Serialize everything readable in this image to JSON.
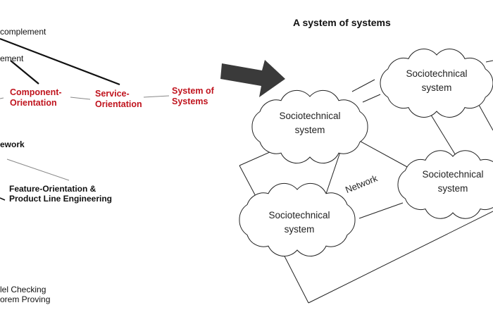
{
  "left": {
    "complement_top": "complement",
    "complement_mid": "ement",
    "component_orientation": [
      "Component-",
      "Orientation"
    ],
    "service_orientation": [
      "Service-",
      "Orientation"
    ],
    "system_of_systems": [
      "System of",
      "Systems"
    ],
    "framework": "ework",
    "feature_orientation": [
      "Feature-Orientation &",
      "Product Line Engineering"
    ],
    "model_checking": [
      "lel Checking",
      "orem Proving"
    ]
  },
  "right": {
    "title": "A system of systems",
    "clouds": [
      {
        "label": [
          "Sociotechnical",
          "system"
        ]
      },
      {
        "label": [
          "Sociotechnical",
          "system"
        ]
      },
      {
        "label": [
          "Sociotechnical",
          "system"
        ]
      },
      {
        "label": [
          "Sociotechnical",
          "system"
        ]
      }
    ],
    "network_label": "Network"
  },
  "colors": {
    "accent_red": "#c0141e",
    "arrow": "#3a3a3a"
  }
}
